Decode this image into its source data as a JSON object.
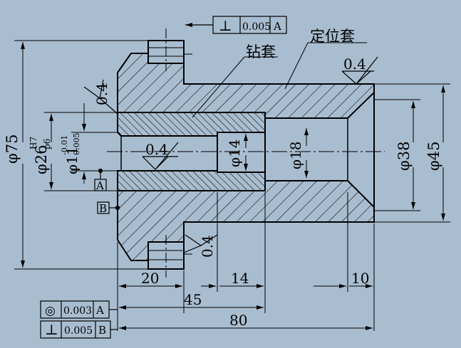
{
  "colors": {
    "background": "#a9bdd0",
    "line": "#000000"
  },
  "labels": {
    "locator": "定位套",
    "bushing": "钻套"
  },
  "dimensions": {
    "d75": "φ75",
    "d26": "φ26",
    "d26_upper": "H7",
    "d26_lower": "p6",
    "d11": "φ11",
    "d11_upper": "-0.01",
    "d11_lower": "0.005",
    "d14": "φ14",
    "d18": "φ18",
    "d38": "φ38",
    "d45": "φ45",
    "len20": "20",
    "len45": "45",
    "len80": "80",
    "len14": "14",
    "len10": "10"
  },
  "roughness": {
    "top_right": "0.4",
    "left": "0.4",
    "bore": "0.4",
    "bottom": "0.4"
  },
  "datums": {
    "a": "A",
    "b": "B"
  },
  "tolerance_frames": {
    "top": {
      "symbol": "⊥",
      "value": "0.005",
      "datum": "A"
    },
    "bottom_1": {
      "symbol": "◎",
      "value": "0.003",
      "datum": "A"
    },
    "bottom_2": {
      "symbol": "⊥",
      "value": "0.005",
      "datum": "B"
    }
  }
}
